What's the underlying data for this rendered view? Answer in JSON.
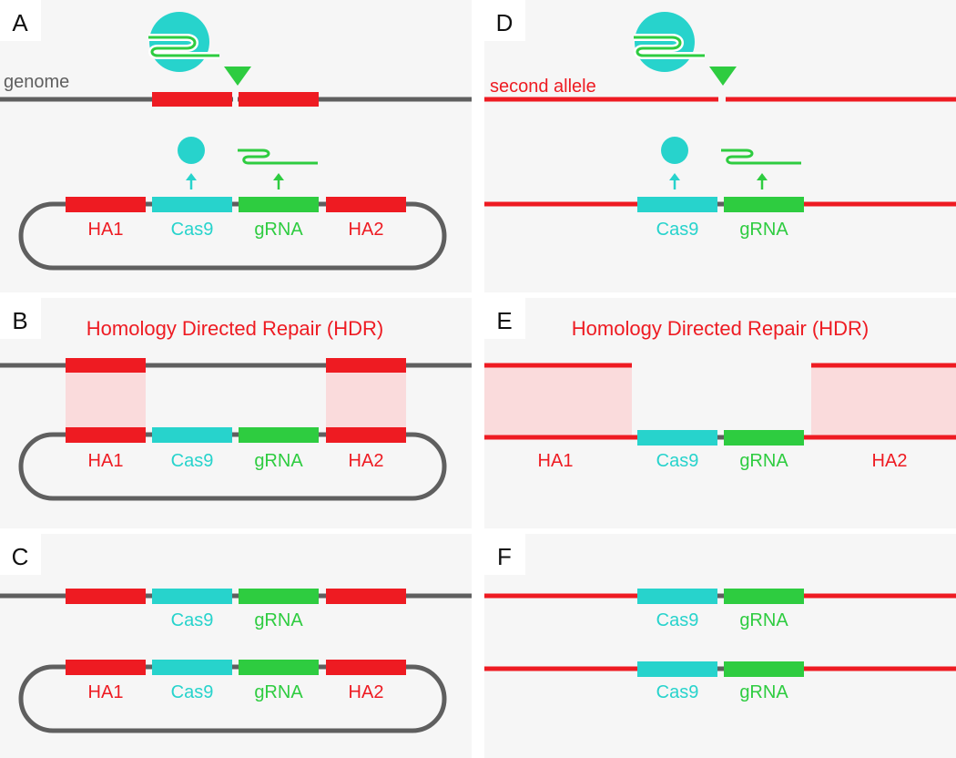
{
  "panels": {
    "A": {
      "letter": "A",
      "genome_label": "genome",
      "plasmid": [
        "HA1",
        "Cas9",
        "gRNA",
        "HA2"
      ]
    },
    "B": {
      "letter": "B",
      "title": "Homology Directed Repair (HDR)",
      "plasmid": [
        "HA1",
        "Cas9",
        "gRNA",
        "HA2"
      ]
    },
    "C": {
      "letter": "C",
      "top": [
        "Cas9",
        "gRNA"
      ],
      "plasmid": [
        "HA1",
        "Cas9",
        "gRNA",
        "HA2"
      ]
    },
    "D": {
      "letter": "D",
      "allele_label": "second allele",
      "insert": [
        "Cas9",
        "gRNA"
      ]
    },
    "E": {
      "letter": "E",
      "title": "Homology Directed Repair (HDR)",
      "labels": [
        "HA1",
        "Cas9",
        "gRNA",
        "HA2"
      ]
    },
    "F": {
      "letter": "F",
      "top": [
        "Cas9",
        "gRNA"
      ],
      "bottom": [
        "Cas9",
        "gRNA"
      ]
    }
  },
  "colors": {
    "panel_bg": "#f6f6f6",
    "dna": "#5f5f5f",
    "homology_arm": "#ee1b22",
    "cas9": "#27d3cc",
    "grna": "#2ecc40",
    "hdr_shade": "#fadbdc",
    "label_red": "#ee1b22",
    "letter_box": "#ffffff"
  }
}
